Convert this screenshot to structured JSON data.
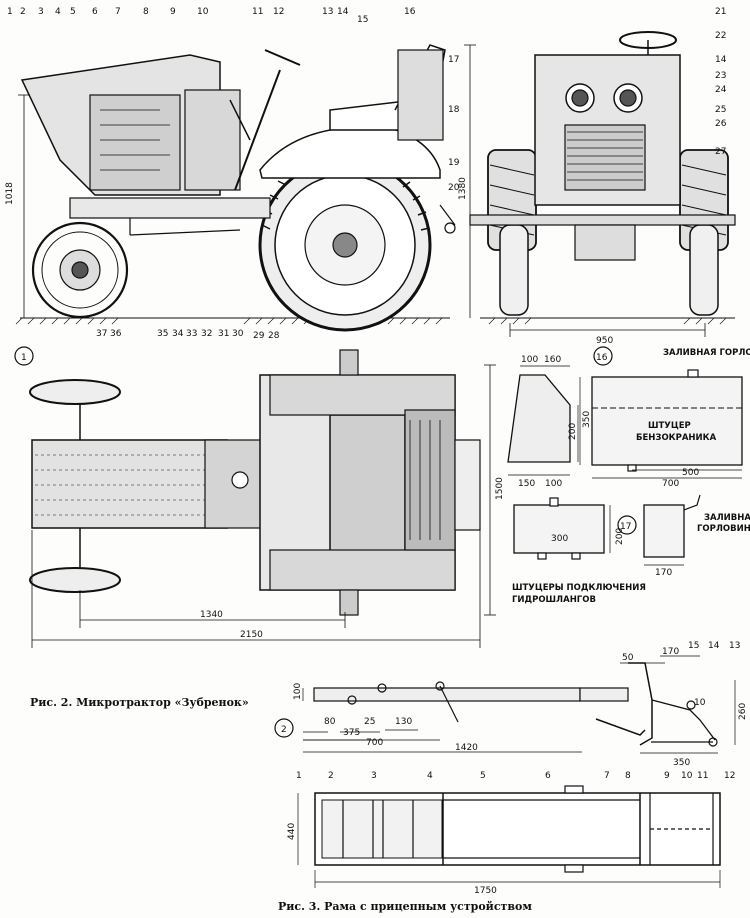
{
  "figure2": {
    "caption": "Рис. 2. Микротрактор «Зубренок»",
    "callouts_side": [
      "1",
      "2",
      "3",
      "4",
      "5",
      "6",
      "7",
      "8",
      "9",
      "10",
      "11",
      "12",
      "13",
      "14",
      "15",
      "16",
      "17",
      "18",
      "19",
      "20",
      "28",
      "29"
    ],
    "callouts_front": [
      "21",
      "22",
      "14",
      "23",
      "24",
      "25",
      "26",
      "27"
    ],
    "callouts_top": [
      "37",
      "36",
      "35",
      "34",
      "33",
      "32",
      "31",
      "30"
    ],
    "dims": {
      "height_side": "1018",
      "height_front": "1380",
      "track_front": "950",
      "top_width": "1500",
      "wheelbase": "1340",
      "length": "2150"
    },
    "view_marks": [
      "1",
      "16",
      "17"
    ]
  },
  "tank": {
    "dims": {
      "top_a": "100",
      "top_b": "160",
      "h": "200",
      "base_a": "150",
      "base_b": "100",
      "h2": "350",
      "w1": "500",
      "w2": "700",
      "small_w": "300",
      "small_h": "200",
      "small2_w": "170"
    },
    "notes": {
      "filler": "ЗАЛИВНАЯ ГОРЛОВИНА",
      "tap_1": "ШТУЦЕР",
      "tap_2": "БЕНЗОКРАНИКА",
      "hyd_1": "ШТУЦЕРЫ ПОДКЛЮЧЕНИЯ",
      "hyd_2": "ГИДРОШЛАНГОВ",
      "filler_b_1": "ЗАЛИВНАЯ",
      "filler_b_2": "ГОРЛОВИНА"
    }
  },
  "figure3": {
    "caption": "Рис. 3. Рама с прицепным устройством",
    "view_mark": "2",
    "callouts": [
      "1",
      "2",
      "3",
      "4",
      "5",
      "6",
      "7",
      "8",
      "9",
      "10",
      "11",
      "12",
      "13",
      "14",
      "15",
      "10"
    ],
    "dims": {
      "d100": "100",
      "d80": "80",
      "d375": "375",
      "d25": "25",
      "d130": "130",
      "d700": "700",
      "d1420": "1420",
      "d50": "50",
      "d170": "170",
      "d260": "260",
      "d350": "350",
      "d440": "440",
      "d1750": "1750"
    }
  }
}
